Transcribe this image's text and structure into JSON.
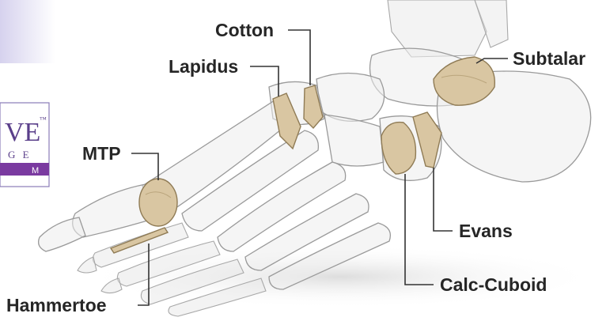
{
  "brand": {
    "logo_main": "VE",
    "logo_tm": "™",
    "logo_sub": "G E",
    "logo_band": "M",
    "band_color": "#7a3aa0",
    "accent_color": "#5a3f8a"
  },
  "callouts": [
    {
      "id": "cotton",
      "label": "Cotton"
    },
    {
      "id": "lapidus",
      "label": "Lapidus"
    },
    {
      "id": "subtalar",
      "label": "Subtalar"
    },
    {
      "id": "mtp",
      "label": "MTP"
    },
    {
      "id": "evans",
      "label": "Evans"
    },
    {
      "id": "calc-cuboid",
      "label": "Calc-Cuboid"
    },
    {
      "id": "hammertoe",
      "label": "Hammertoe"
    }
  ],
  "colors": {
    "wedge": "#d9c6a2",
    "bone": "#ececec",
    "label": "#262626"
  }
}
